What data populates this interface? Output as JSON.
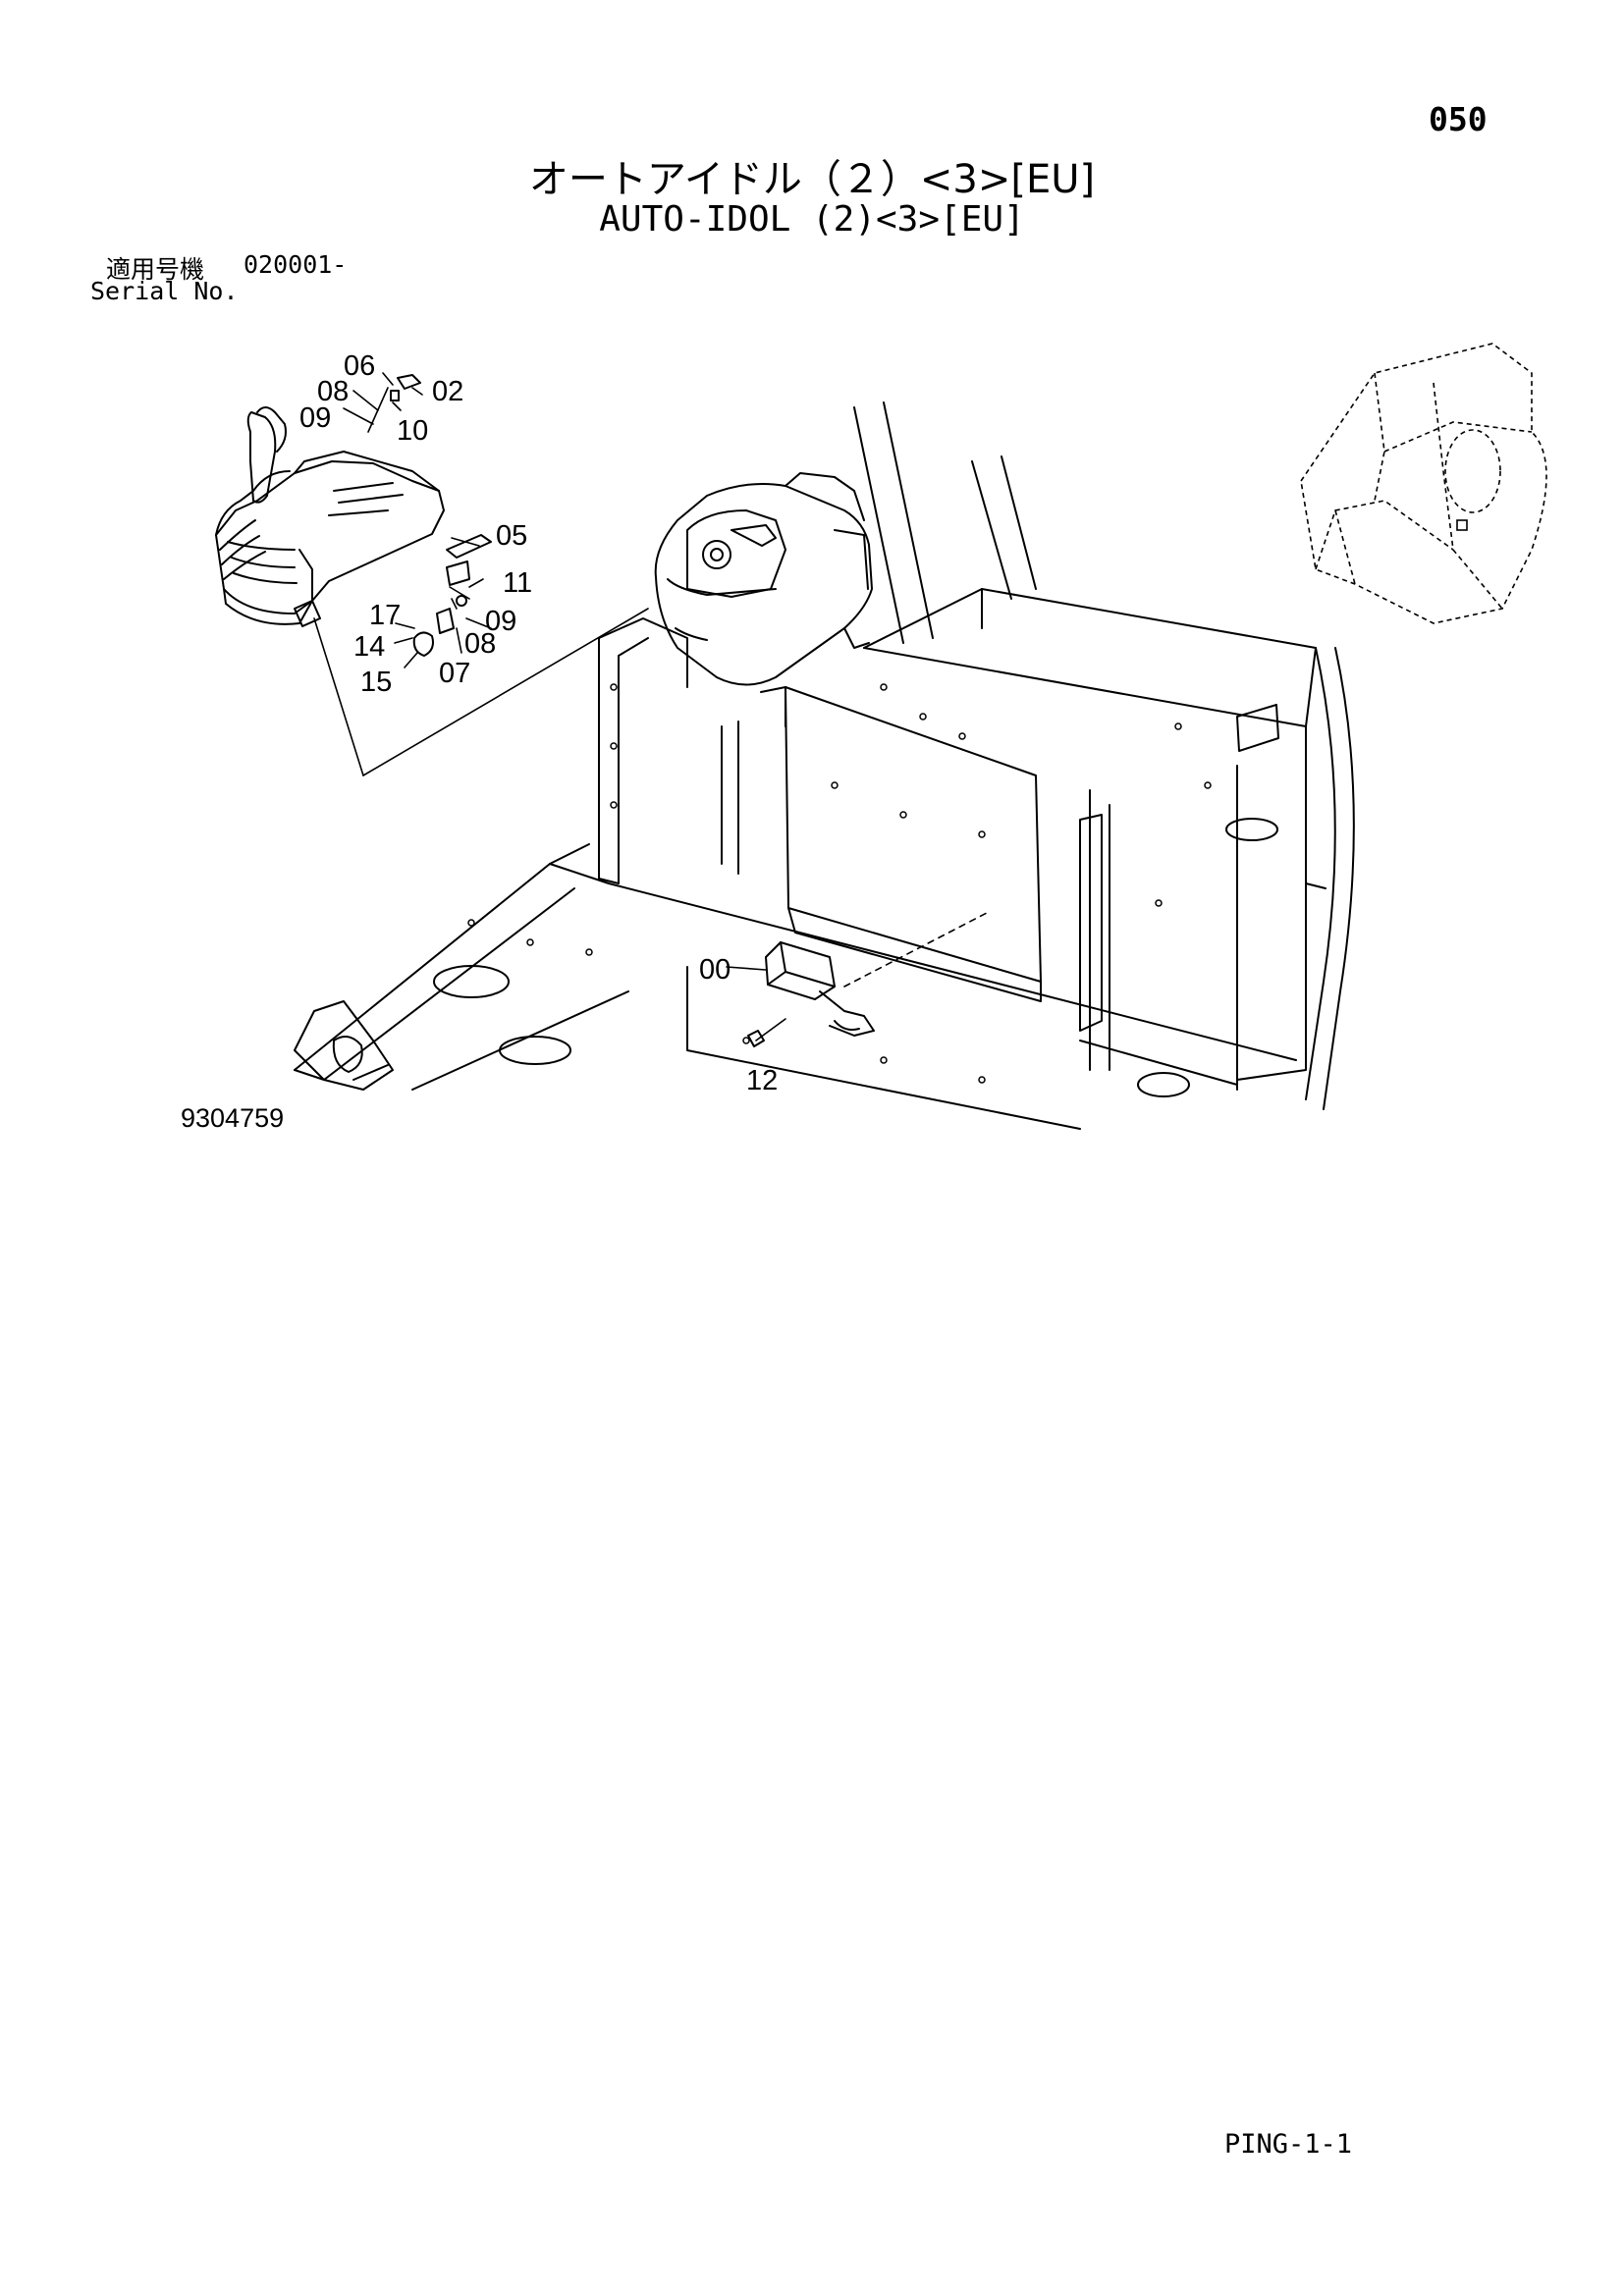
{
  "header": {
    "page_number": "050",
    "title_jp": "オートアイドル（２）<3>[EU]",
    "title_en": "AUTO-IDOL (2)<3>[EU]"
  },
  "serial": {
    "jp_label": "適用号機",
    "value": "020001-",
    "en_label": "Serial No."
  },
  "callouts": {
    "c00": "00",
    "c02": "02",
    "c05": "05",
    "c06": "06",
    "c07": "07",
    "c08a": "08",
    "c08b": "08",
    "c09a": "09",
    "c09b": "09",
    "c10": "10",
    "c11": "11",
    "c12": "12",
    "c14": "14",
    "c15": "15",
    "c17": "17"
  },
  "diagram_code": "9304759",
  "footer_code": "PING-1-1"
}
